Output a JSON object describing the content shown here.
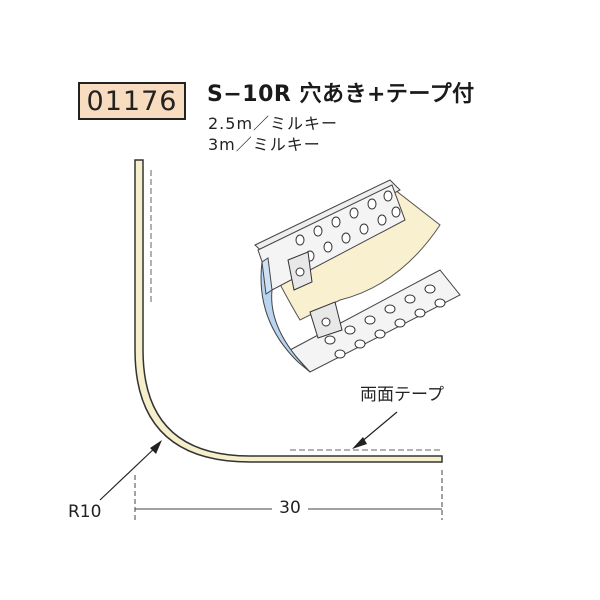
{
  "product": {
    "code": "01176",
    "title": "S−10R 穴あき+テープ付",
    "variants": [
      "2.5m／ミルキー",
      "3m／ミルキー"
    ]
  },
  "diagram": {
    "tape_callout": "両面テープ",
    "radius_label": "R10",
    "width_label": "30"
  },
  "colors": {
    "badge_fill": "#f8dcc0",
    "profile_fill": "#f6efcc",
    "profile_stroke": "#333333",
    "metal_blue": "#b8d4ee"
  }
}
